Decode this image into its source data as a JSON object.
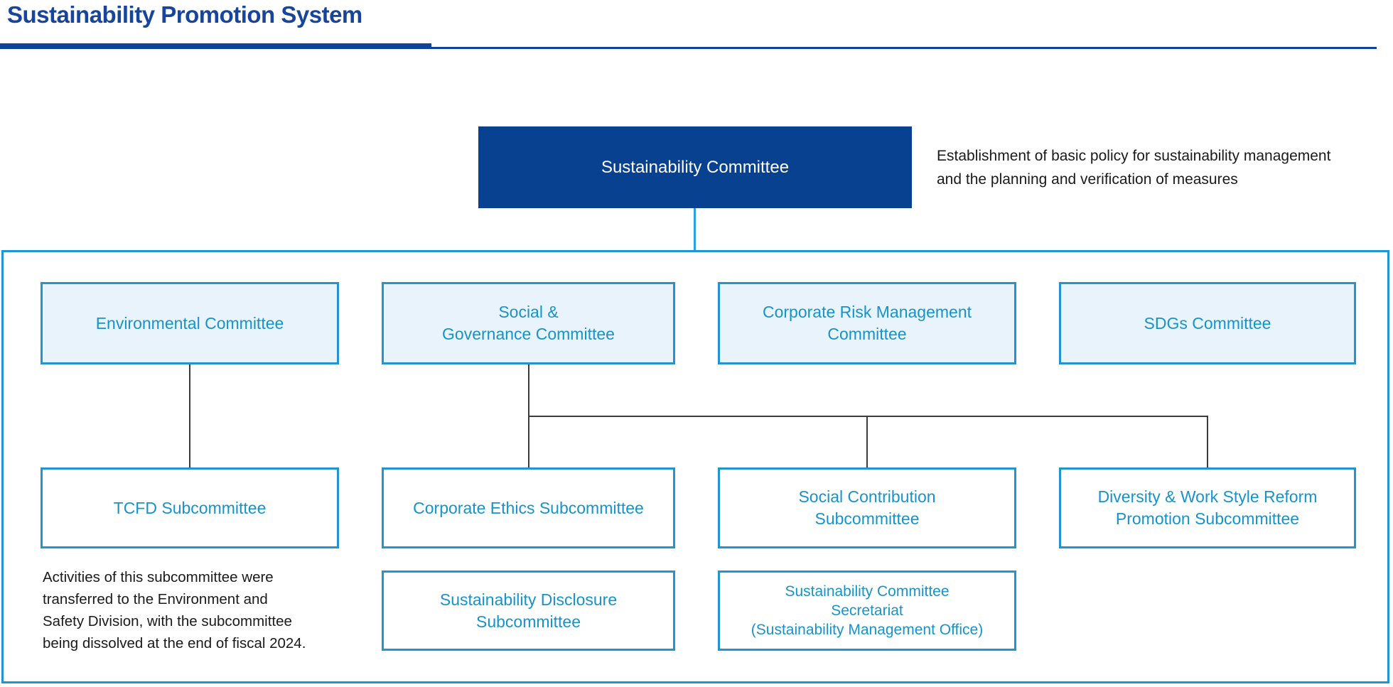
{
  "title": {
    "text": "Sustainability Promotion System"
  },
  "colors": {
    "title_blue": "#17459B",
    "header_bar_blue": "#0D449B",
    "root_box_fill": "#07418F",
    "root_box_text": "#FFFFFF",
    "node_border": "#2196CE",
    "node_fill_light": "#E8F3FB",
    "node_text": "#1793CB",
    "connector_gray": "#3C3C3C",
    "connector_blue": "#2BA2DB",
    "body_text": "#1A1A1A"
  },
  "org": {
    "root": {
      "label": "Sustainability Committee",
      "annotation_lines": [
        "Establishment of basic policy for sustainability management",
        "and the planning and verification of measures"
      ]
    },
    "committees": [
      {
        "lines": [
          "Environmental Committee"
        ]
      },
      {
        "lines": [
          "Social &",
          "Governance Committee"
        ]
      },
      {
        "lines": [
          "Corporate Risk Management",
          "Committee"
        ]
      },
      {
        "lines": [
          "SDGs Committee"
        ]
      }
    ],
    "subcommittees_row1": [
      {
        "lines": [
          "TCFD Subcommittee"
        ]
      },
      {
        "lines": [
          "Corporate Ethics Subcommittee"
        ]
      },
      {
        "lines": [
          "Social Contribution",
          "Subcommittee"
        ]
      },
      {
        "lines": [
          "Diversity & Work Style Reform",
          "Promotion Subcommittee"
        ]
      }
    ],
    "subcommittees_row2": [
      {
        "lines": [
          "Sustainability Disclosure",
          "Subcommittee"
        ]
      },
      {
        "lines": [
          "Sustainability Committee",
          "Secretariat",
          "(Sustainability Management Office)"
        ]
      }
    ],
    "tcfd_note_lines": [
      "Activities of this subcommittee were",
      "transferred to the Environment and",
      "Safety Division, with the subcommittee",
      "being dissolved at the end of fiscal 2024."
    ]
  }
}
